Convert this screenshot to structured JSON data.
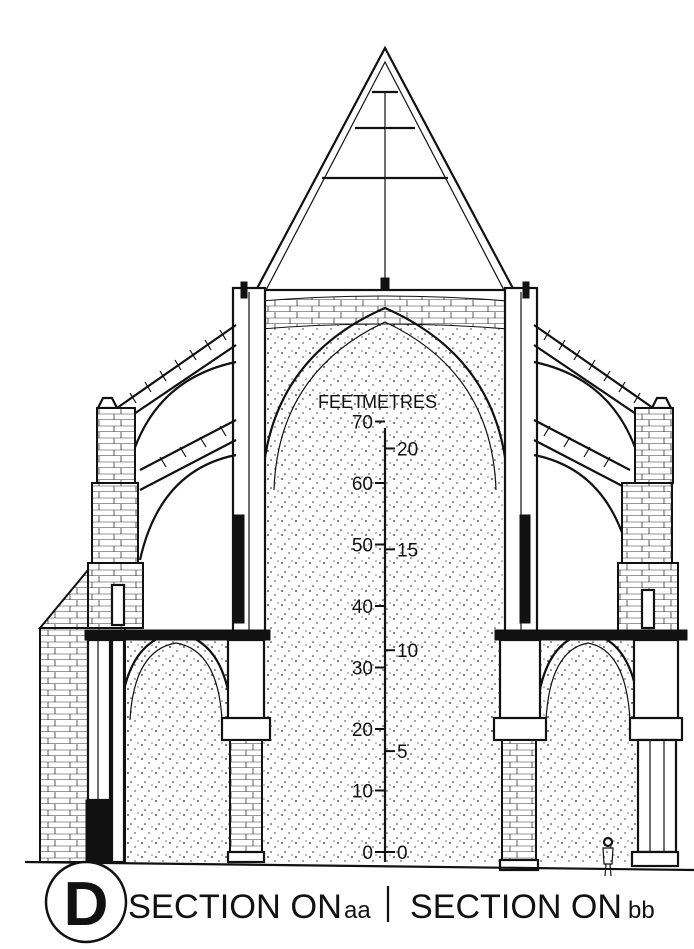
{
  "scale": {
    "feet_label": "FEET",
    "metres_label": "METRES",
    "feet_ticks": [
      "0",
      "10",
      "20",
      "30",
      "40",
      "50",
      "60",
      "70"
    ],
    "metre_ticks": [
      "0",
      "5",
      "10",
      "15",
      "20"
    ]
  },
  "caption": {
    "letter": "D",
    "left_text": "SECTION ON",
    "left_suffix": "aa",
    "right_text": "SECTION ON",
    "right_suffix": "bb"
  }
}
